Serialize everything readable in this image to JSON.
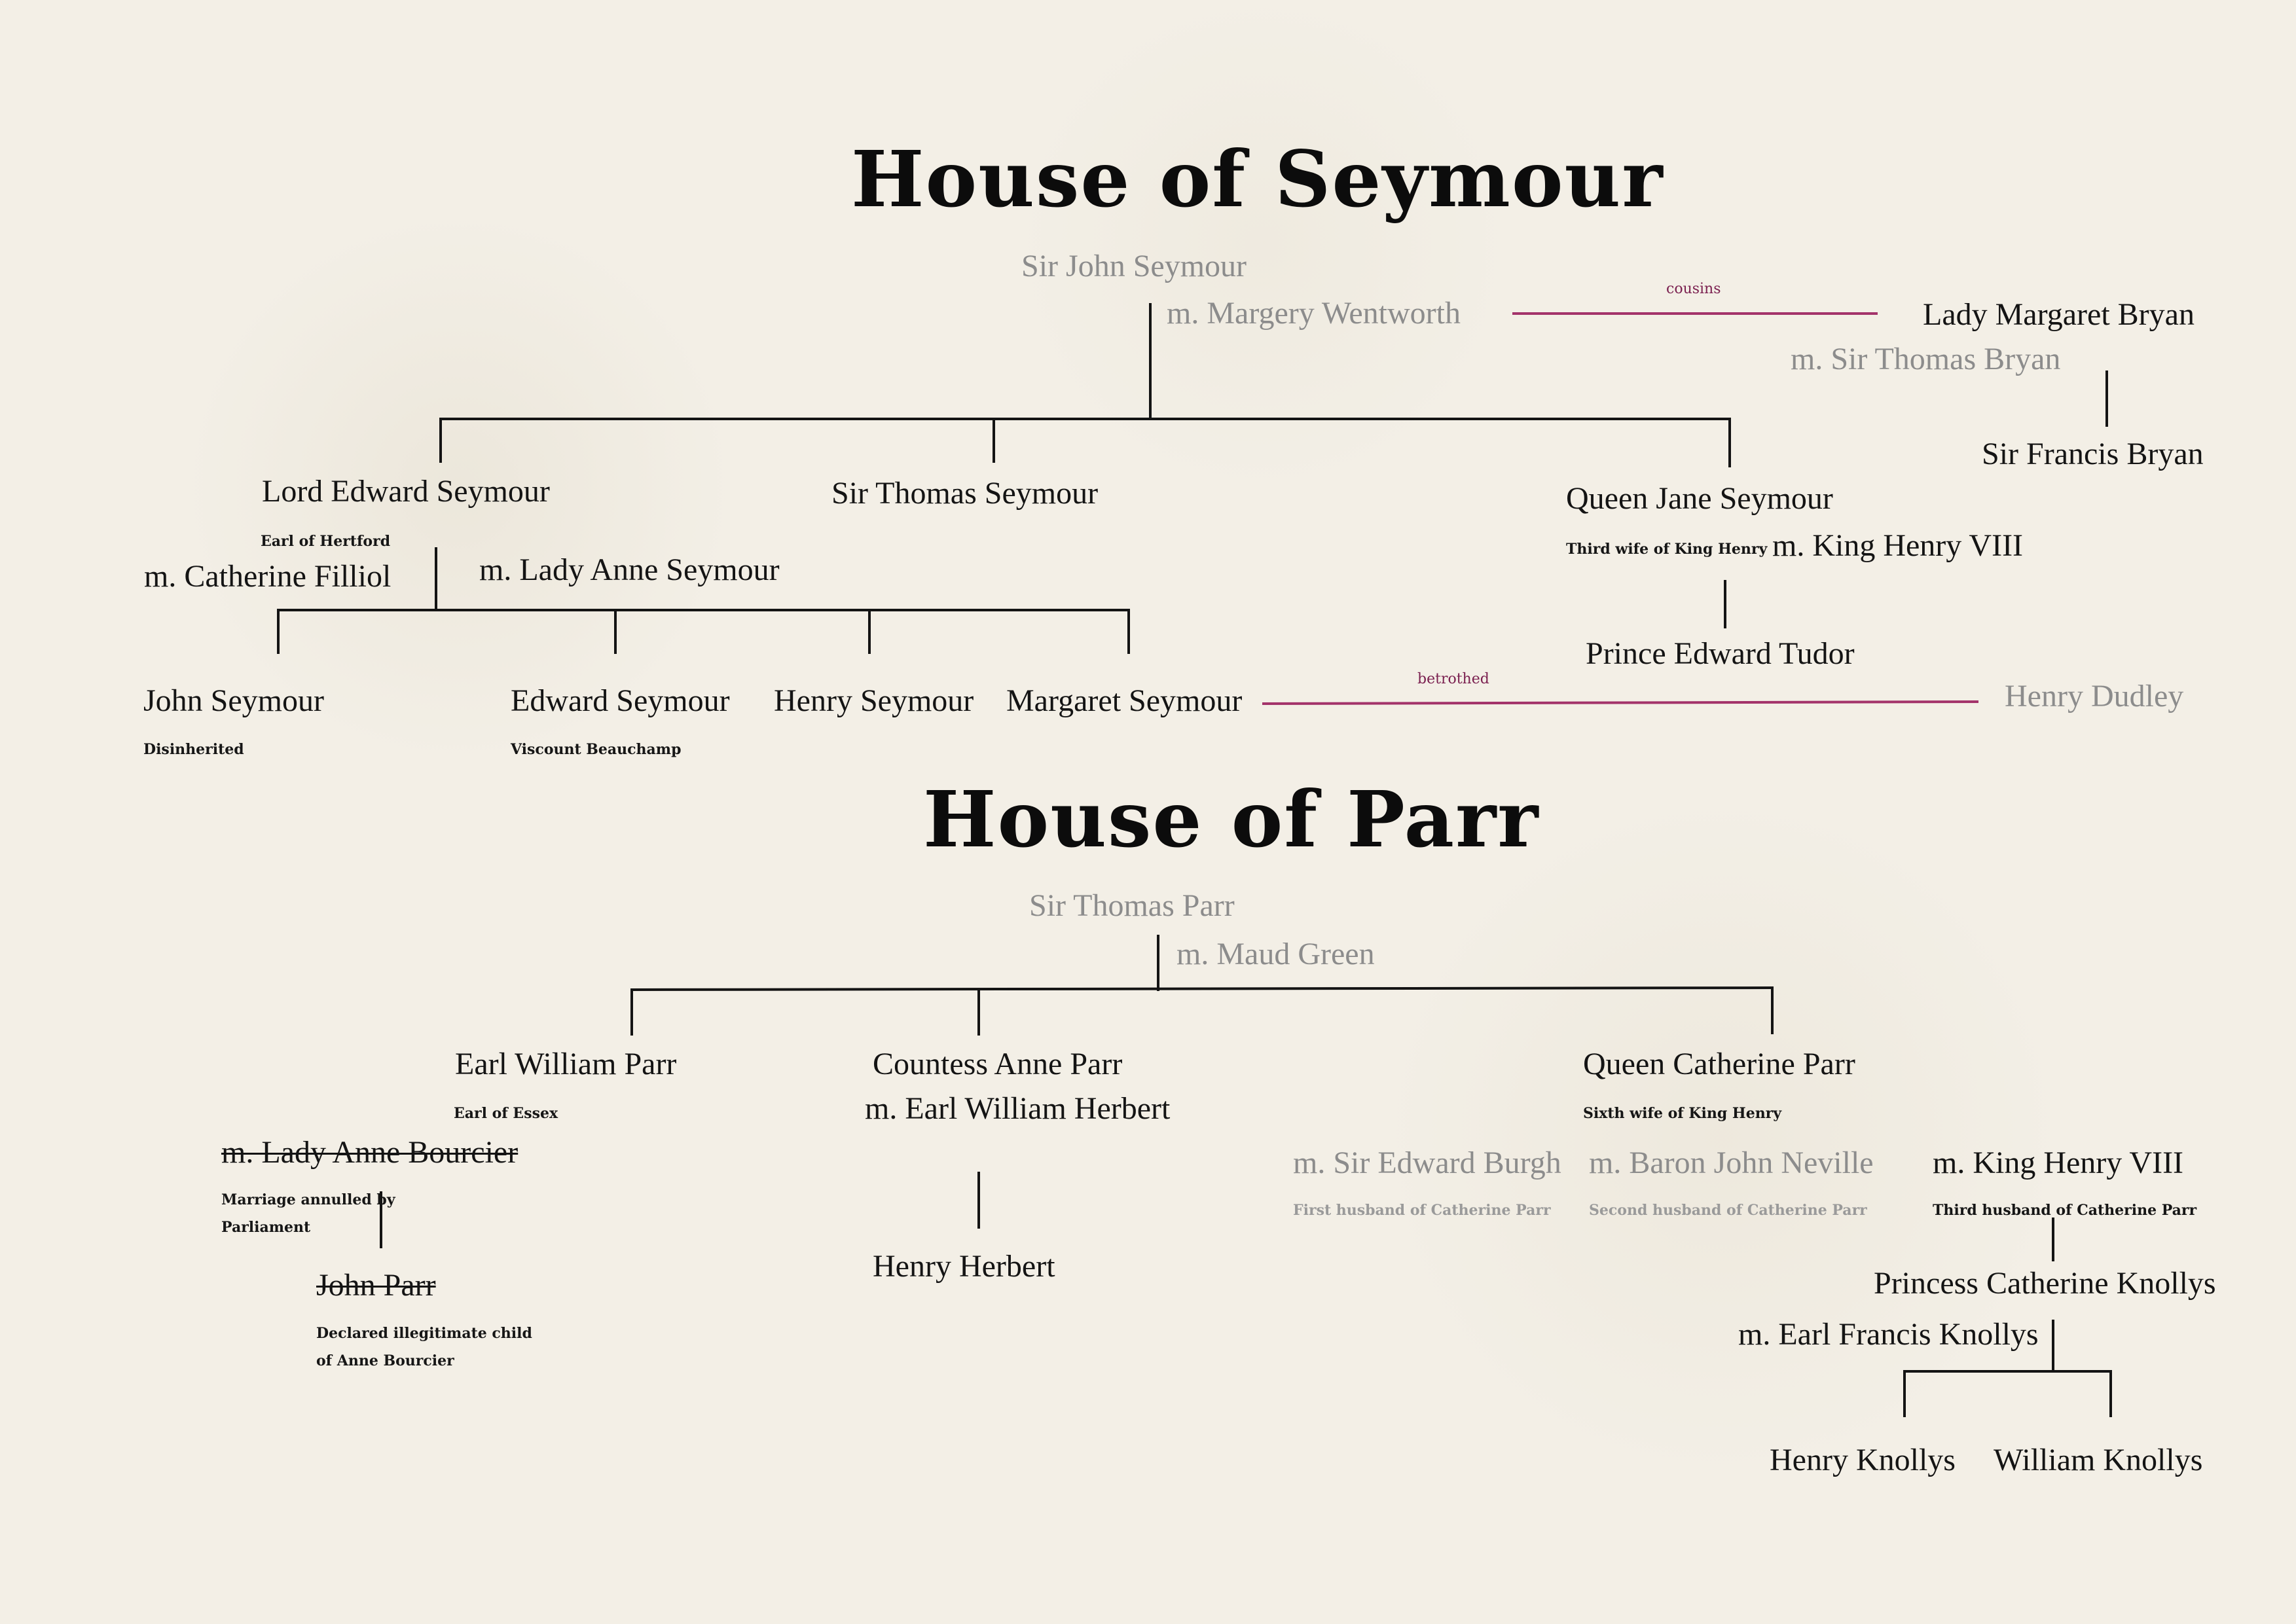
{
  "seymour": {
    "title": "House of Seymour",
    "sir_john": "Sir John Seymour",
    "m_margery": "m. Margery Wentworth",
    "cousins": "cousins",
    "lady_margaret_bryan": "Lady Margaret Bryan",
    "m_sir_thomas_bryan": "m. Sir Thomas Bryan",
    "sir_francis_bryan": "Sir Francis Bryan",
    "lord_edward": "Lord Edward Seymour",
    "earl_of_hertford": "Earl of Hertford",
    "m_catherine_filliol": "m. Catherine Filliol",
    "m_lady_anne": "m. Lady Anne Seymour",
    "sir_thomas": "Sir Thomas Seymour",
    "queen_jane": "Queen Jane Seymour",
    "third_wife": "Third wife of King Henry",
    "m_king_henry": "m. King Henry VIII",
    "prince_edward": "Prince Edward Tudor",
    "john_seymour": "John Seymour",
    "disinherited": "Disinherited",
    "edward_seymour": "Edward Seymour",
    "viscount_beauchamp": "Viscount Beauchamp",
    "henry_seymour": "Henry Seymour",
    "margaret_seymour": "Margaret Seymour",
    "betrothed": "betrothed",
    "henry_dudley": "Henry Dudley"
  },
  "parr": {
    "title": "House of Parr",
    "sir_thomas_parr": "Sir Thomas Parr",
    "m_maud_green": "m. Maud Green",
    "earl_william_parr": "Earl William Parr",
    "earl_of_essex": "Earl of Essex",
    "m_lady_anne_bourcier": "m. Lady Anne Bourcier",
    "annulled_1": "Marriage annulled by",
    "annulled_2": "Parliament",
    "john_parr": "John Parr",
    "illegit_1": "Declared illegitimate child",
    "illegit_2": "of Anne Bourcier",
    "countess_anne": "Countess Anne Parr",
    "m_earl_william_herbert": "m. Earl William Herbert",
    "henry_herbert": "Henry Herbert",
    "queen_catherine": "Queen Catherine Parr",
    "sixth_wife": "Sixth wife of King Henry",
    "m_edward_burgh": "m. Sir Edward Burgh",
    "first_husband": "First husband of Catherine Parr",
    "m_john_neville": "m. Baron John Neville",
    "second_husband": "Second husband of Catherine Parr",
    "m_king_henry": "m. King Henry VIII",
    "third_husband": "Third  husband of Catherine Parr",
    "princess_catherine": "Princess Catherine Knollys",
    "m_francis_knollys": "m. Earl Francis Knollys",
    "henry_knollys": "Henry Knollys",
    "william_knollys": "William Knollys"
  },
  "colors": {
    "ink": "#141414",
    "deceased_grey": "#8c8c8c",
    "relation_line": "#a3336a",
    "paper": "#f3efe6"
  }
}
